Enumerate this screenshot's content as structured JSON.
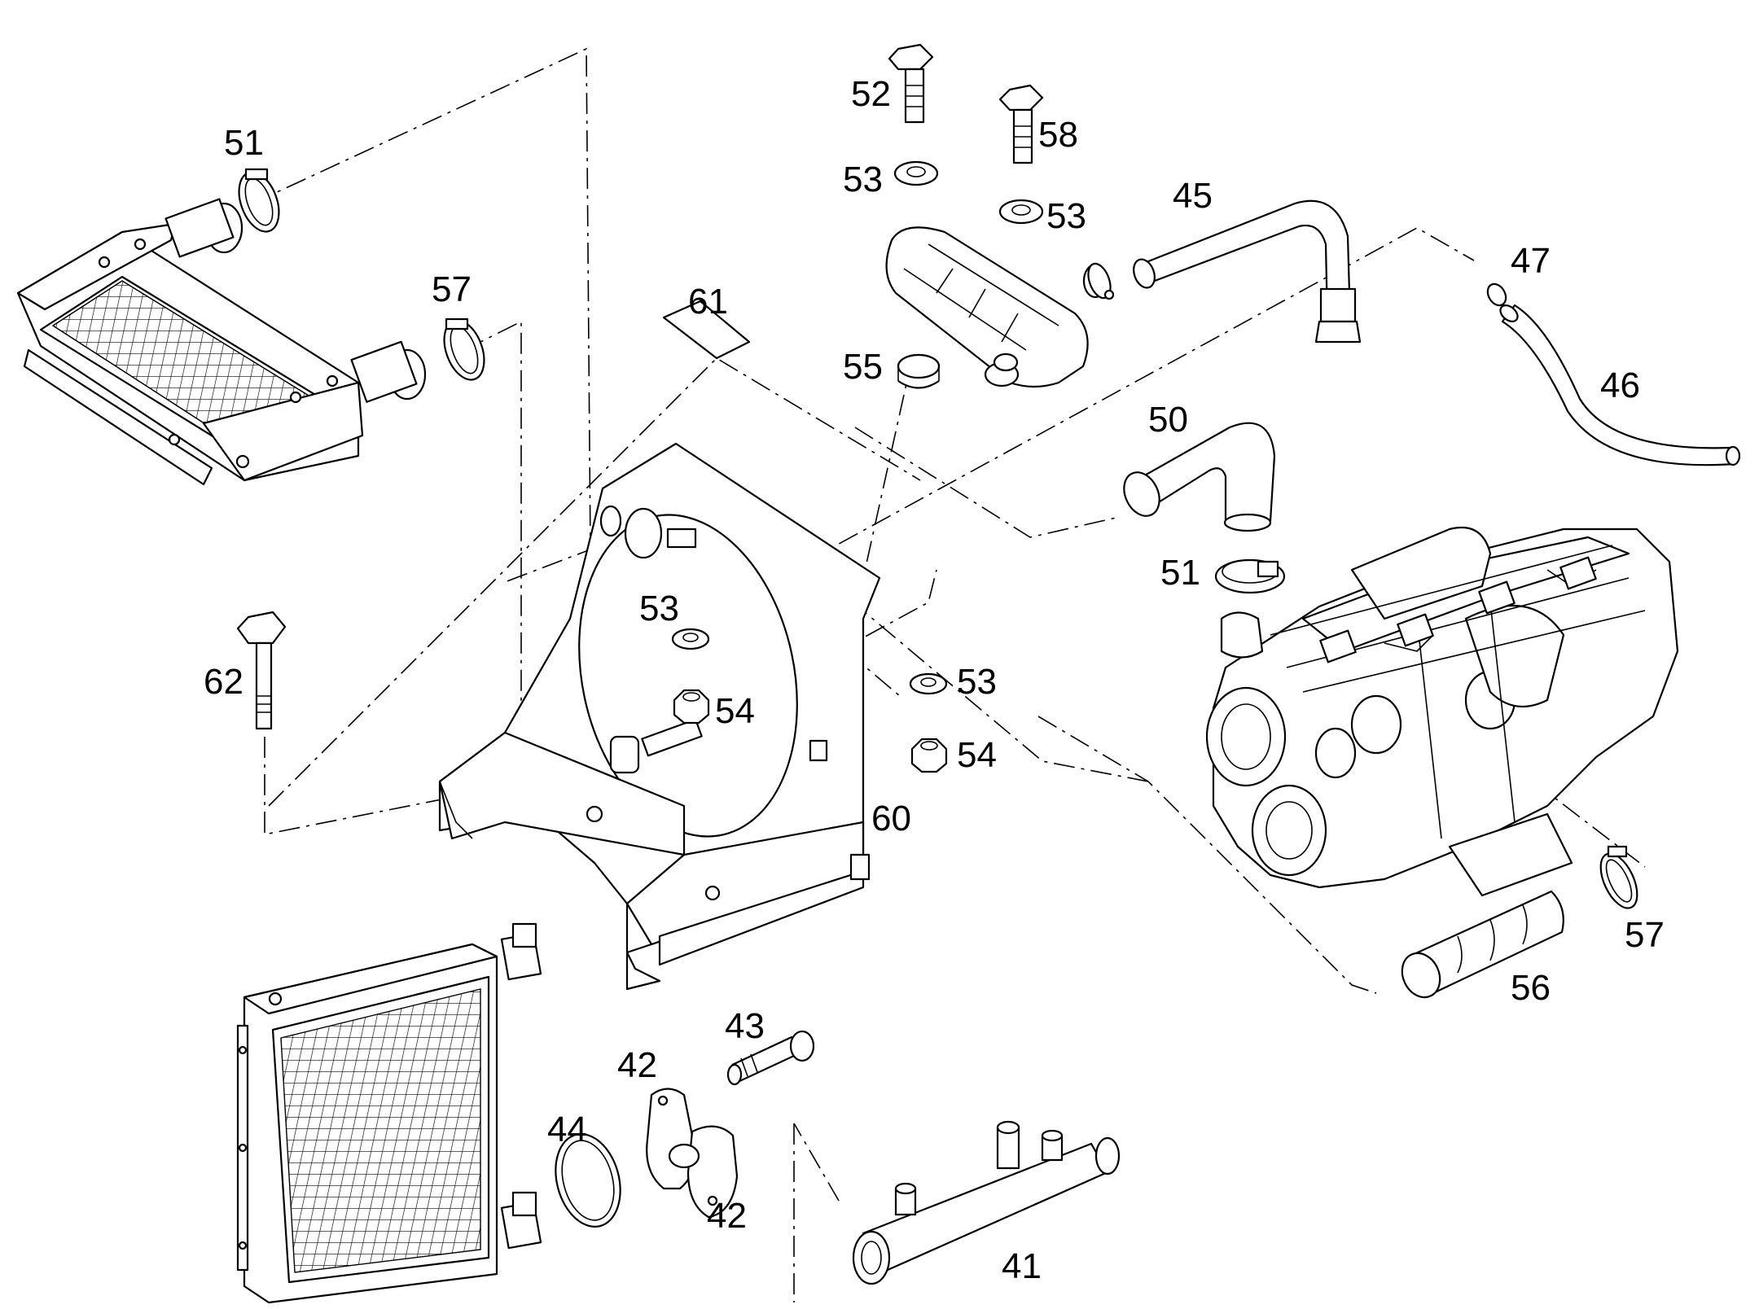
{
  "diagram": {
    "callouts": {
      "c41": "41",
      "c42a": "42",
      "c42b": "42",
      "c43": "43",
      "c44": "44",
      "c45": "45",
      "c46": "46",
      "c47": "47",
      "c50": "50",
      "c51a": "51",
      "c51b": "51",
      "c52": "52",
      "c53a": "53",
      "c53b": "53",
      "c53c": "53",
      "c53d": "53",
      "c54a": "54",
      "c54b": "54",
      "c55": "55",
      "c56": "56",
      "c57a": "57",
      "c57b": "57",
      "c58": "58",
      "c60": "60",
      "c61": "61",
      "c62": "62"
    }
  }
}
